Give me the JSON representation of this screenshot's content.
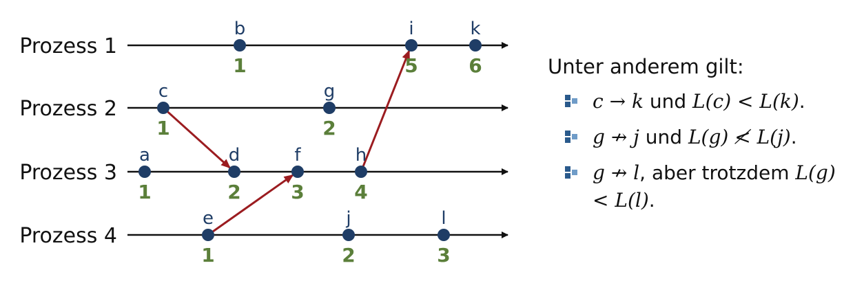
{
  "colors": {
    "axis": "#111111",
    "event": "#1f3d66",
    "clock": "#5b7f3a",
    "message": "#9b1c20",
    "bullet": "#2a5a8c"
  },
  "processes": [
    {
      "label": "Prozess 1",
      "events": [
        {
          "name": "b",
          "clock": "1"
        },
        {
          "name": "i",
          "clock": "5"
        },
        {
          "name": "k",
          "clock": "6"
        }
      ]
    },
    {
      "label": "Prozess 2",
      "events": [
        {
          "name": "c",
          "clock": "1"
        },
        {
          "name": "g",
          "clock": "2"
        }
      ]
    },
    {
      "label": "Prozess 3",
      "events": [
        {
          "name": "a",
          "clock": "1"
        },
        {
          "name": "d",
          "clock": "2"
        },
        {
          "name": "f",
          "clock": "3"
        },
        {
          "name": "h",
          "clock": "4"
        }
      ]
    },
    {
      "label": "Prozess 4",
      "events": [
        {
          "name": "e",
          "clock": "1"
        },
        {
          "name": "j",
          "clock": "2"
        },
        {
          "name": "l",
          "clock": "3"
        }
      ]
    }
  ],
  "messages": [
    {
      "from": "c",
      "to": "d"
    },
    {
      "from": "e",
      "to": "f"
    },
    {
      "from": "h",
      "to": "i"
    }
  ],
  "notes": {
    "title": "Unter anderem gilt:",
    "icon": "square-bullet-icon",
    "items": [
      {
        "pre": "c → k",
        "mid": " und ",
        "post": "L(c) < L(k)",
        "end": "."
      },
      {
        "pre": "g ↛ j",
        "mid": " und ",
        "post": "L(g) ≮ L(j)",
        "end": "."
      },
      {
        "pre": "g ↛ l",
        "mid": ", aber trotzdem ",
        "post": "L(g) < L(l)",
        "end": "."
      }
    ]
  }
}
